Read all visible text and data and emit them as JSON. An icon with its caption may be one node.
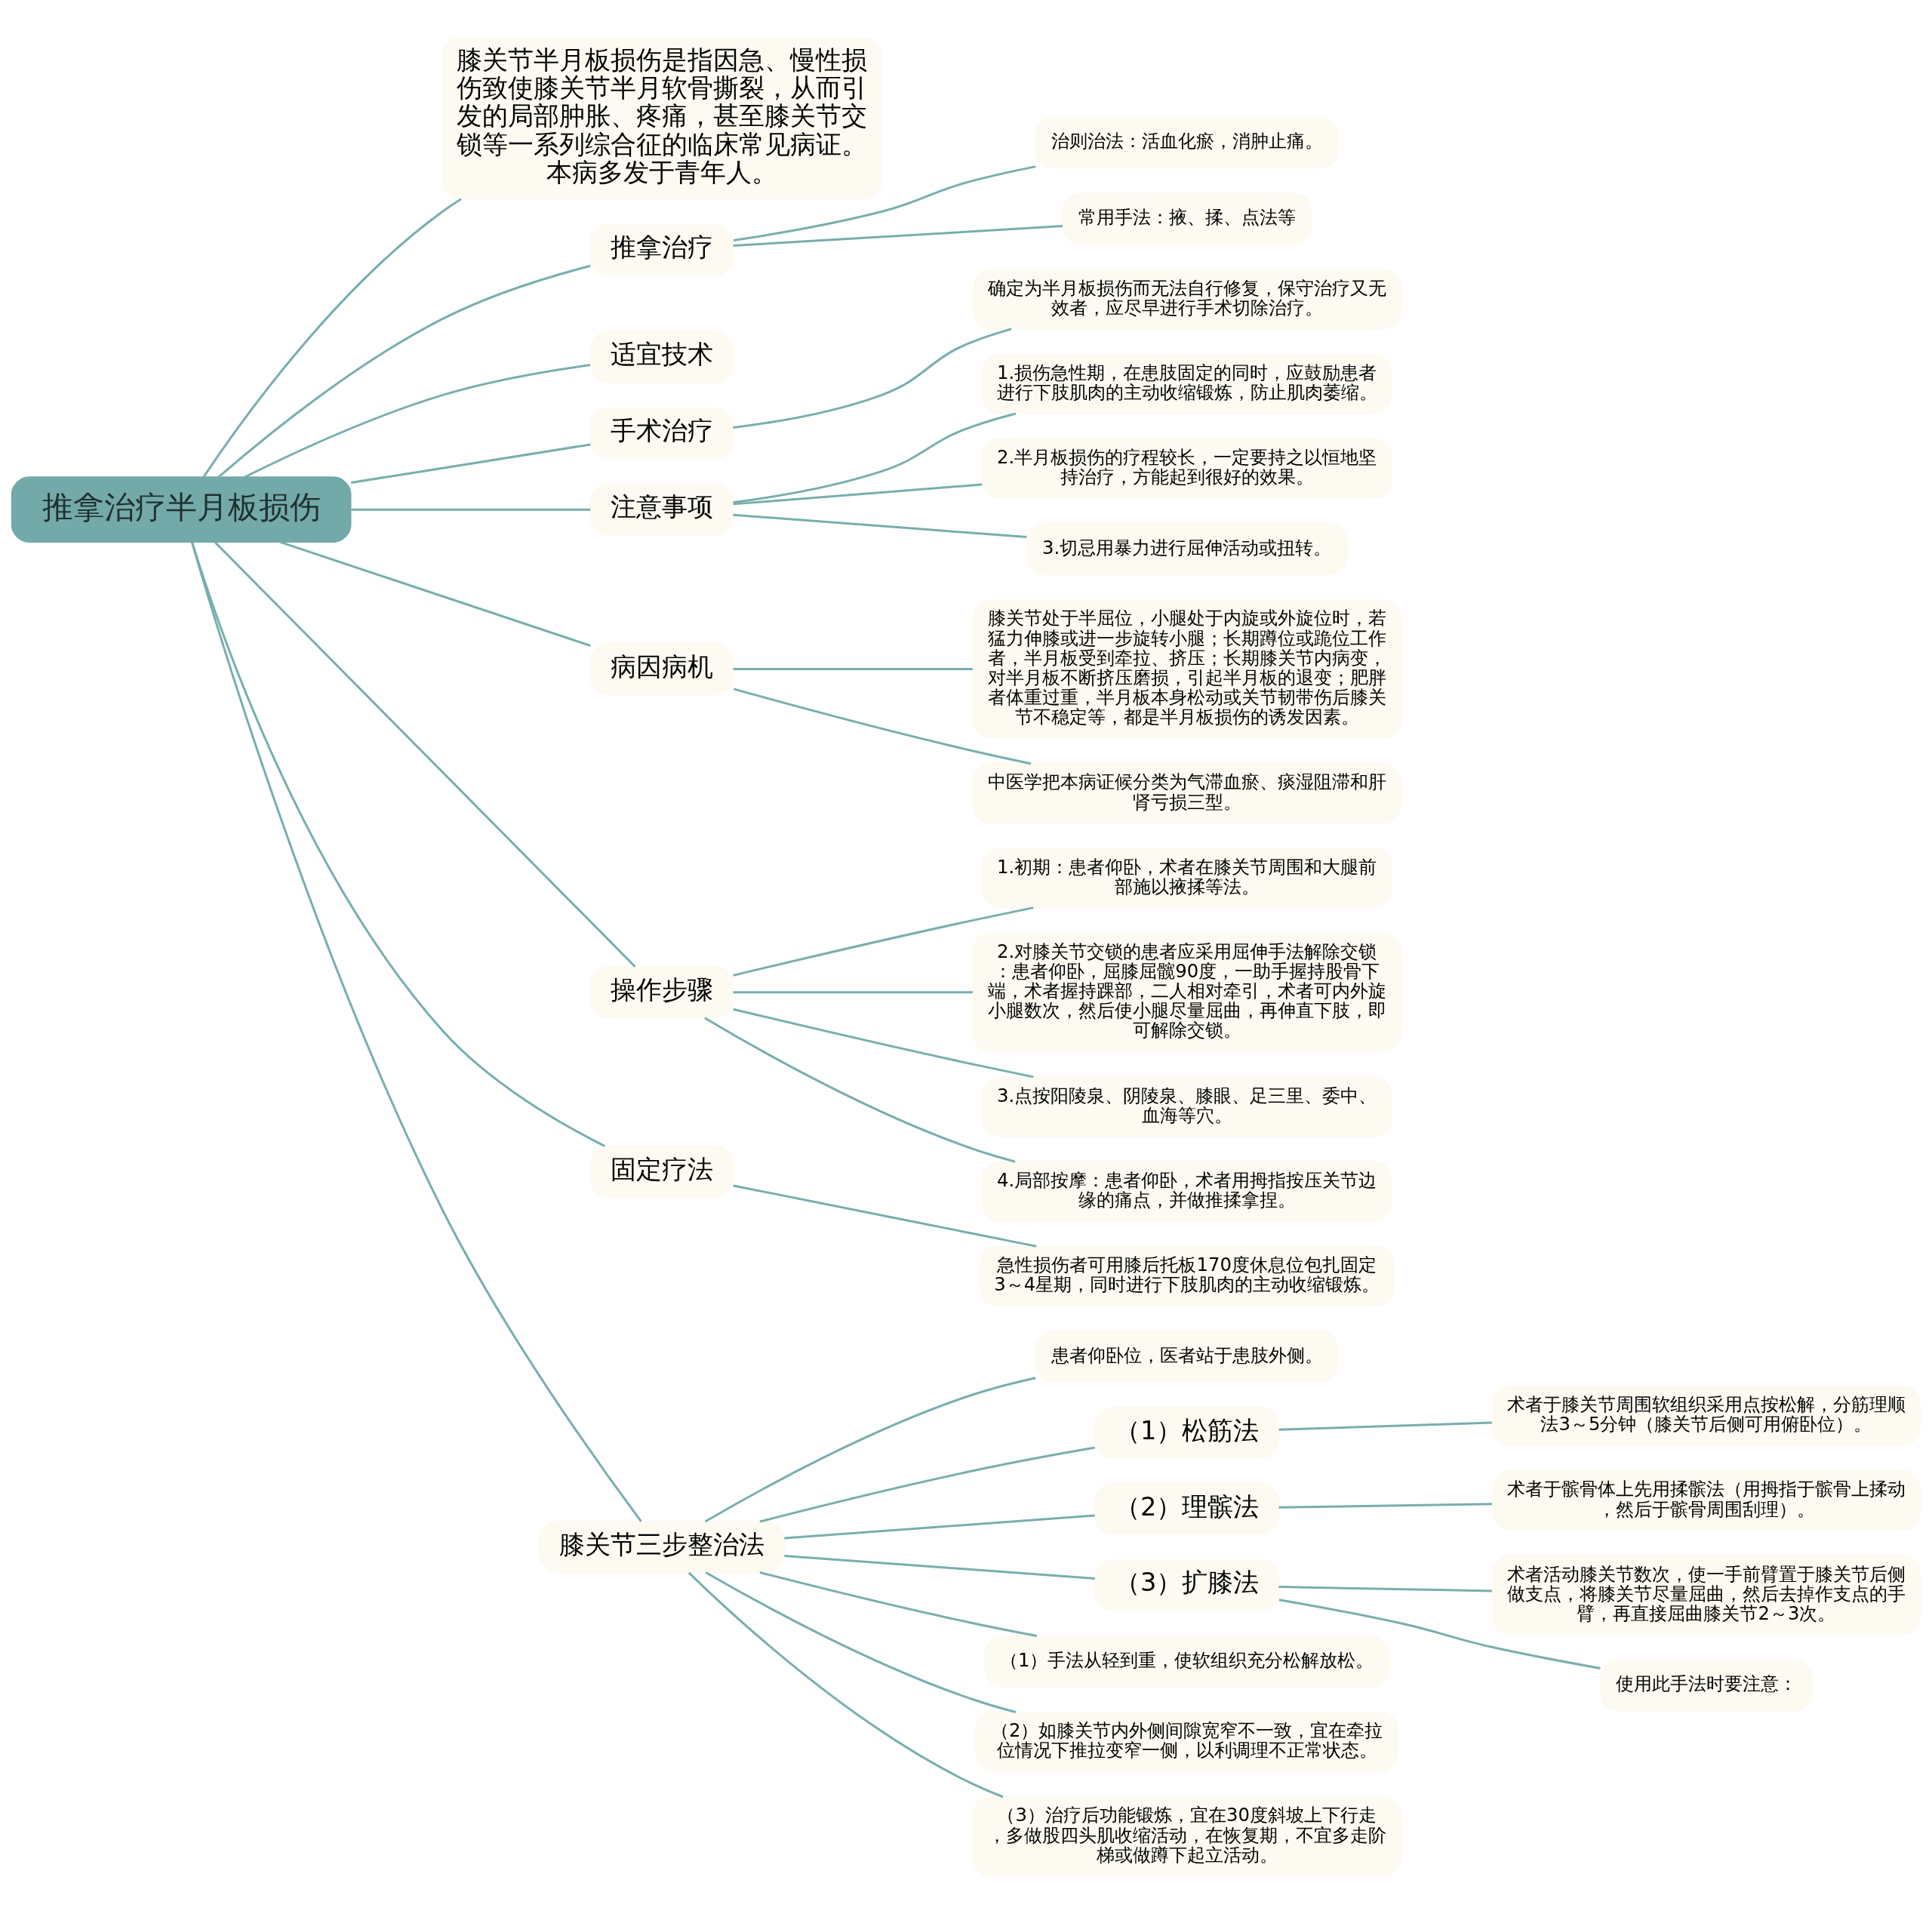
{
  "diagram": {
    "nodes": [
      {
        "text": [
          "推拿治疗半月板损伤"
        ]
      },
      {
        "text": [
          "膝关节半月板损伤是指因急、慢性损伤致使膝关节半月软骨撕裂，从而引发的局部肿胀、疼痛，甚至膝关节交锁等一系列综合征的临床常见病证。本病多发于青年人。"
        ]
      },
      {
        "text": [
          "推拿治疗"
        ]
      },
      {
        "text": [
          "治则治法：活血化瘀，消肿止痛。"
        ]
      },
      {
        "text": [
          "常用手法：掖、揉、点法等"
        ]
      },
      {
        "text": [
          "适宜技术"
        ]
      },
      {
        "text": [
          "手术治疗"
        ]
      },
      {
        "text": [
          "确定为半月板损伤而无法自行修复，保守治疗又无效者，应尽早进行手术切除治疗。"
        ]
      },
      {
        "text": [
          "注意事项"
        ]
      },
      {
        "text": [
          "1.损伤急性期，在患肢固定的同时，应鼓励患者进行下肢肌肉的主动收缩锻炼，防止肌肉萎缩。"
        ]
      },
      {
        "text": [
          "2.半月板损伤的疗程较长，一定要持之以恒地坚持治疗，方能起到很好的效果。"
        ]
      },
      {
        "text": [
          "3.切忌用暴力进行屈伸活动或扭转。"
        ]
      },
      {
        "text": [
          "病因病机"
        ]
      },
      {
        "text": [
          "膝关节处于半屈位，小腿处于内旋或外旋位时，若猛力伸膝或进一步旋转小腿；长期蹲位或跪位工作者，半月板受到牵拉、挤压；长期膝关节内病变，对半月板不断挤压磨损，引起半月板的退变；肥胖者体重过重，半月板本身松动或关节韧带伤后膝关节不稳定等，都是半月板损伤的诱发因素。"
        ]
      },
      {
        "text": [
          "中医学把本病证候分类为气滞血瘀、痰湿阻滞和肝肾亏损三型。"
        ]
      },
      {
        "text": [
          "操作步骤"
        ]
      },
      {
        "text": [
          "1.初期：患者仰卧，术者在膝关节周围和大腿前部施以掖揉等法。"
        ]
      },
      {
        "text": [
          "2.对膝关节交锁的患者应采用屈伸手法解除交锁：患者仰卧，屈膝屈髋90度，一助手握持股骨下端，术者握持踝部，二人相对牵引，术者可内外旋小腿数次，然后使小腿尽量屈曲，再伸直下肢，即可解除交锁。"
        ]
      },
      {
        "text": [
          "3.点按阳陵泉、阴陵泉、膝眼、足三里、委中、血海等穴。"
        ]
      },
      {
        "text": [
          "4.局部按摩：患者仰卧，术者用拇指按压关节边缘的痛点，并做推揉拿捏。"
        ]
      },
      {
        "text": [
          "固定疗法"
        ]
      },
      {
        "text": [
          "急性损伤者可用膝后托板170度休息位包扎固定3～4星期，同时进行下肢肌肉的主动收缩锻炼。"
        ]
      },
      {
        "text": [
          "膝关节三步整治法"
        ]
      },
      {
        "text": [
          "患者仰卧位，医者站于患肢外侧。"
        ]
      },
      {
        "text": [
          "（1）松筋法"
        ]
      },
      {
        "text": [
          "术者于膝关节周围软组织采用点按松解，分筋理顺法3～5分钟（膝关节后侧可用俯卧位）。"
        ]
      },
      {
        "text": [
          "（2）理髌法"
        ]
      },
      {
        "text": [
          "术者于髌骨体上先用揉髌法（用拇指于髌骨上揉动，然后于髌骨周围刮理）。"
        ]
      },
      {
        "text": [
          "（3）扩膝法"
        ]
      },
      {
        "text": [
          "术者活动膝关节数次，使一手前臂置于膝关节后侧做支点，将膝关节尽量屈曲，然后去掉作支点的手臂，再直接屈曲膝关节2～3次。"
        ]
      },
      {
        "text": [
          "使用此手法时要注意："
        ]
      },
      {
        "text": [
          "（1）手法从轻到重，使软组织充分松解放松。"
        ]
      },
      {
        "text": [
          "（2）如膝关节内外侧间隙宽窄不一致，宜在牵拉位情况下推拉变窄一侧，以利调理不正常状态。"
        ]
      },
      {
        "text": [
          "（3）治疗后功能锻炼，宜在30度斜坡上下行走，多做股四头肌收缩活动，在恢复期，不宜多走阶梯或做蹲下起立活动。"
        ]
      }
    ],
    "edges": [
      {
        "from": 0,
        "to": 1,
        "arrow": "none"
      },
      {
        "from": 0,
        "to": 2,
        "arrow": "none"
      },
      {
        "from": 2,
        "to": 3,
        "arrow": "none"
      },
      {
        "from": 2,
        "to": 4,
        "arrow": "none"
      },
      {
        "from": 0,
        "to": 5,
        "arrow": "none"
      },
      {
        "from": 0,
        "to": 6,
        "arrow": "none"
      },
      {
        "from": 6,
        "to": 7,
        "arrow": "none"
      },
      {
        "from": 0,
        "to": 8,
        "arrow": "none"
      },
      {
        "from": 8,
        "to": 9,
        "arrow": "none"
      },
      {
        "from": 8,
        "to": 10,
        "arrow": "none"
      },
      {
        "from": 8,
        "to": 11,
        "arrow": "none"
      },
      {
        "from": 0,
        "to": 12,
        "arrow": "none"
      },
      {
        "from": 12,
        "to": 13,
        "arrow": "none"
      },
      {
        "from": 12,
        "to": 14,
        "arrow": "none"
      },
      {
        "from": 0,
        "to": 15,
        "arrow": "none"
      },
      {
        "from": 15,
        "to": 16,
        "arrow": "none"
      },
      {
        "from": 15,
        "to": 17,
        "arrow": "none"
      },
      {
        "from": 15,
        "to": 18,
        "arrow": "none"
      },
      {
        "from": 15,
        "to": 19,
        "arrow": "none"
      },
      {
        "from": 0,
        "to": 20,
        "arrow": "none"
      },
      {
        "from": 20,
        "to": 21,
        "arrow": "none"
      },
      {
        "from": 0,
        "to": 22,
        "arrow": "none"
      },
      {
        "from": 22,
        "to": 23,
        "arrow": "none"
      },
      {
        "from": 22,
        "to": 24,
        "arrow": "none"
      },
      {
        "from": 24,
        "to": 25,
        "arrow": "none"
      },
      {
        "from": 22,
        "to": 26,
        "arrow": "none"
      },
      {
        "from": 26,
        "to": 27,
        "arrow": "none"
      },
      {
        "from": 22,
        "to": 28,
        "arrow": "none"
      },
      {
        "from": 28,
        "to": 29,
        "arrow": "none"
      },
      {
        "from": 28,
        "to": 30,
        "arrow": "none"
      },
      {
        "from": 22,
        "to": 31,
        "arrow": "none"
      },
      {
        "from": 22,
        "to": 32,
        "arrow": "none"
      },
      {
        "from": 22,
        "to": 33,
        "arrow": "none"
      }
    ]
  }
}
